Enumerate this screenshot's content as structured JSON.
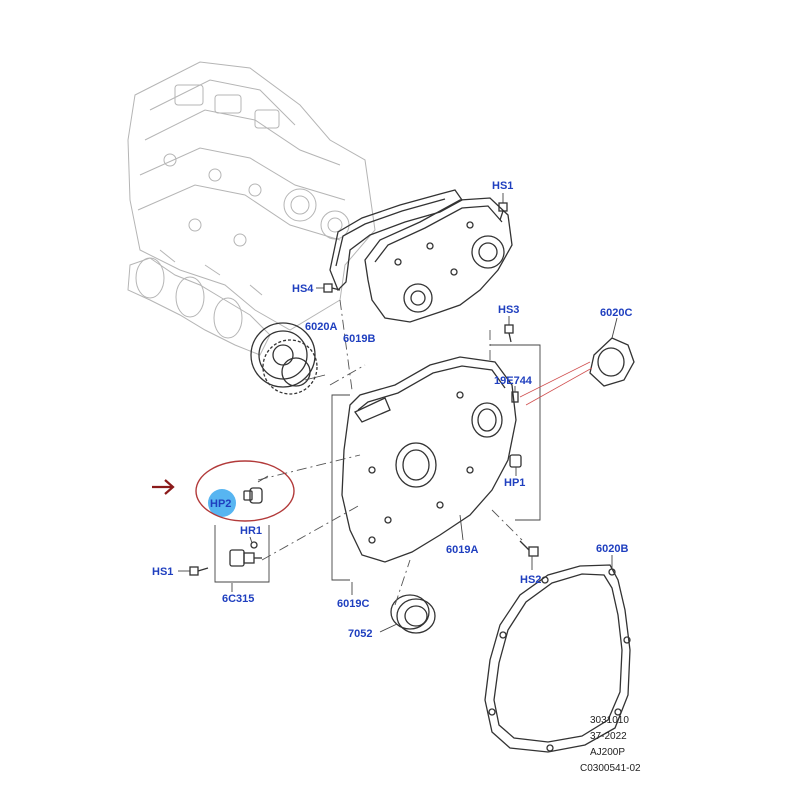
{
  "callouts": {
    "hs1_top": "HS1",
    "hs4": "HS4",
    "p6020a": "6020A",
    "p6019b": "6019B",
    "hs3": "HS3",
    "p6020c": "6020C",
    "p19e744": "19E744",
    "hp1": "HP1",
    "hp2": "HP2",
    "hr1": "HR1",
    "hs1_left": "HS1",
    "p6c315": "6C315",
    "p6019a": "6019A",
    "hs2": "HS2",
    "p6020b": "6020B",
    "p6019c": "6019C",
    "p7052": "7052"
  },
  "reference": {
    "line1": "3031010",
    "line2": "37-2022",
    "line3": "AJ200P",
    "line4": "C0300541-02"
  },
  "colors": {
    "label_blue": "#1f3fbf",
    "highlight_circle": "#b23a3a",
    "arrow": "#8b1a1a",
    "hp2_badge": "#3aa8ee"
  }
}
